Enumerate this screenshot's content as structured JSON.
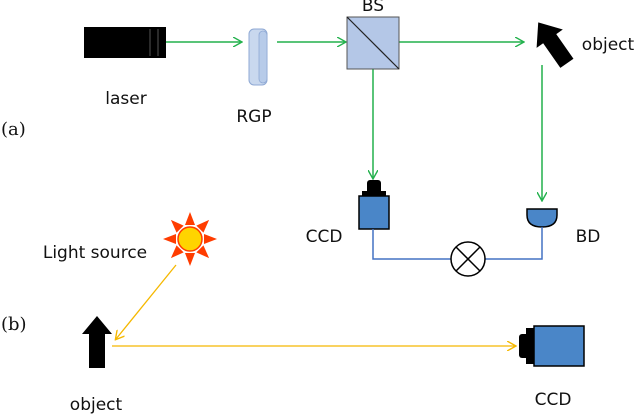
{
  "panel_a": {
    "marker": "(a)",
    "laser_label": "laser",
    "rgp_label": "RGP",
    "bs_label": "BS",
    "object_label": "object",
    "ccd_label": "CCD",
    "bd_label": "BD"
  },
  "panel_b": {
    "marker": "(b)",
    "light_source_label": "Light source",
    "object_label": "object",
    "ccd_label": "CCD"
  },
  "colors": {
    "green_beam": "#22b14c",
    "yellow_beam": "#f5b800",
    "blue_wire": "#4472c4",
    "ccd_blue": "#4a86c8",
    "splitter": "#b4c7e7",
    "lens": "#c9d8ee",
    "sun_body": "#ffd400",
    "sun_rays": "#ff3c00"
  }
}
